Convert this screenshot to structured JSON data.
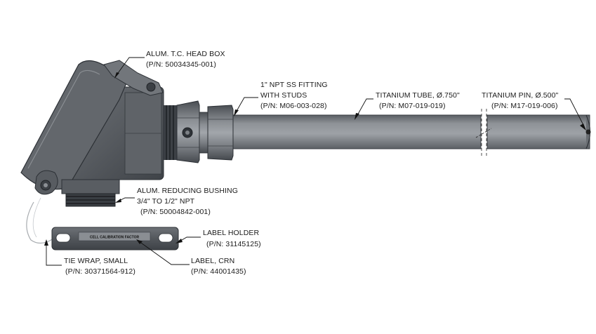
{
  "callouts": {
    "head_box": {
      "line1": "ALUM. T.C. HEAD BOX",
      "line2": "(P/N: 50034345-001)"
    },
    "fitting": {
      "line1": "1\" NPT SS FITTING",
      "line2": "WITH STUDS",
      "line3": "(P/N: M06-003-028)"
    },
    "tube": {
      "line1": "TITANIUM TUBE, Ø.750\"",
      "line2": "(P/N: M07-019-019)"
    },
    "pin": {
      "line1": "TITANIUM PIN, Ø.500\"",
      "line2": "(P/N: M17-019-006)"
    },
    "bushing": {
      "line1": "ALUM. REDUCING BUSHING",
      "line2": "3/4\" TO 1/2\" NPT",
      "line3": "(P/N: 50004842-001)"
    },
    "label_holder": {
      "line1": "LABEL HOLDER",
      "line2": "(P/N: 31145125)"
    },
    "tie_wrap": {
      "line1": "TIE WRAP, SMALL",
      "line2": "(P/N: 30371564-912)"
    },
    "label_crn": {
      "line1": "LABEL, CRN",
      "line2": "(P/N: 44001435)"
    }
  },
  "label_plate_text": "CELL CALIBRATION FACTOR",
  "colors": {
    "metal_dark": "#55595e",
    "metal_mid": "#7c8085",
    "metal_light": "#a9adb2",
    "leader": "#111111"
  }
}
